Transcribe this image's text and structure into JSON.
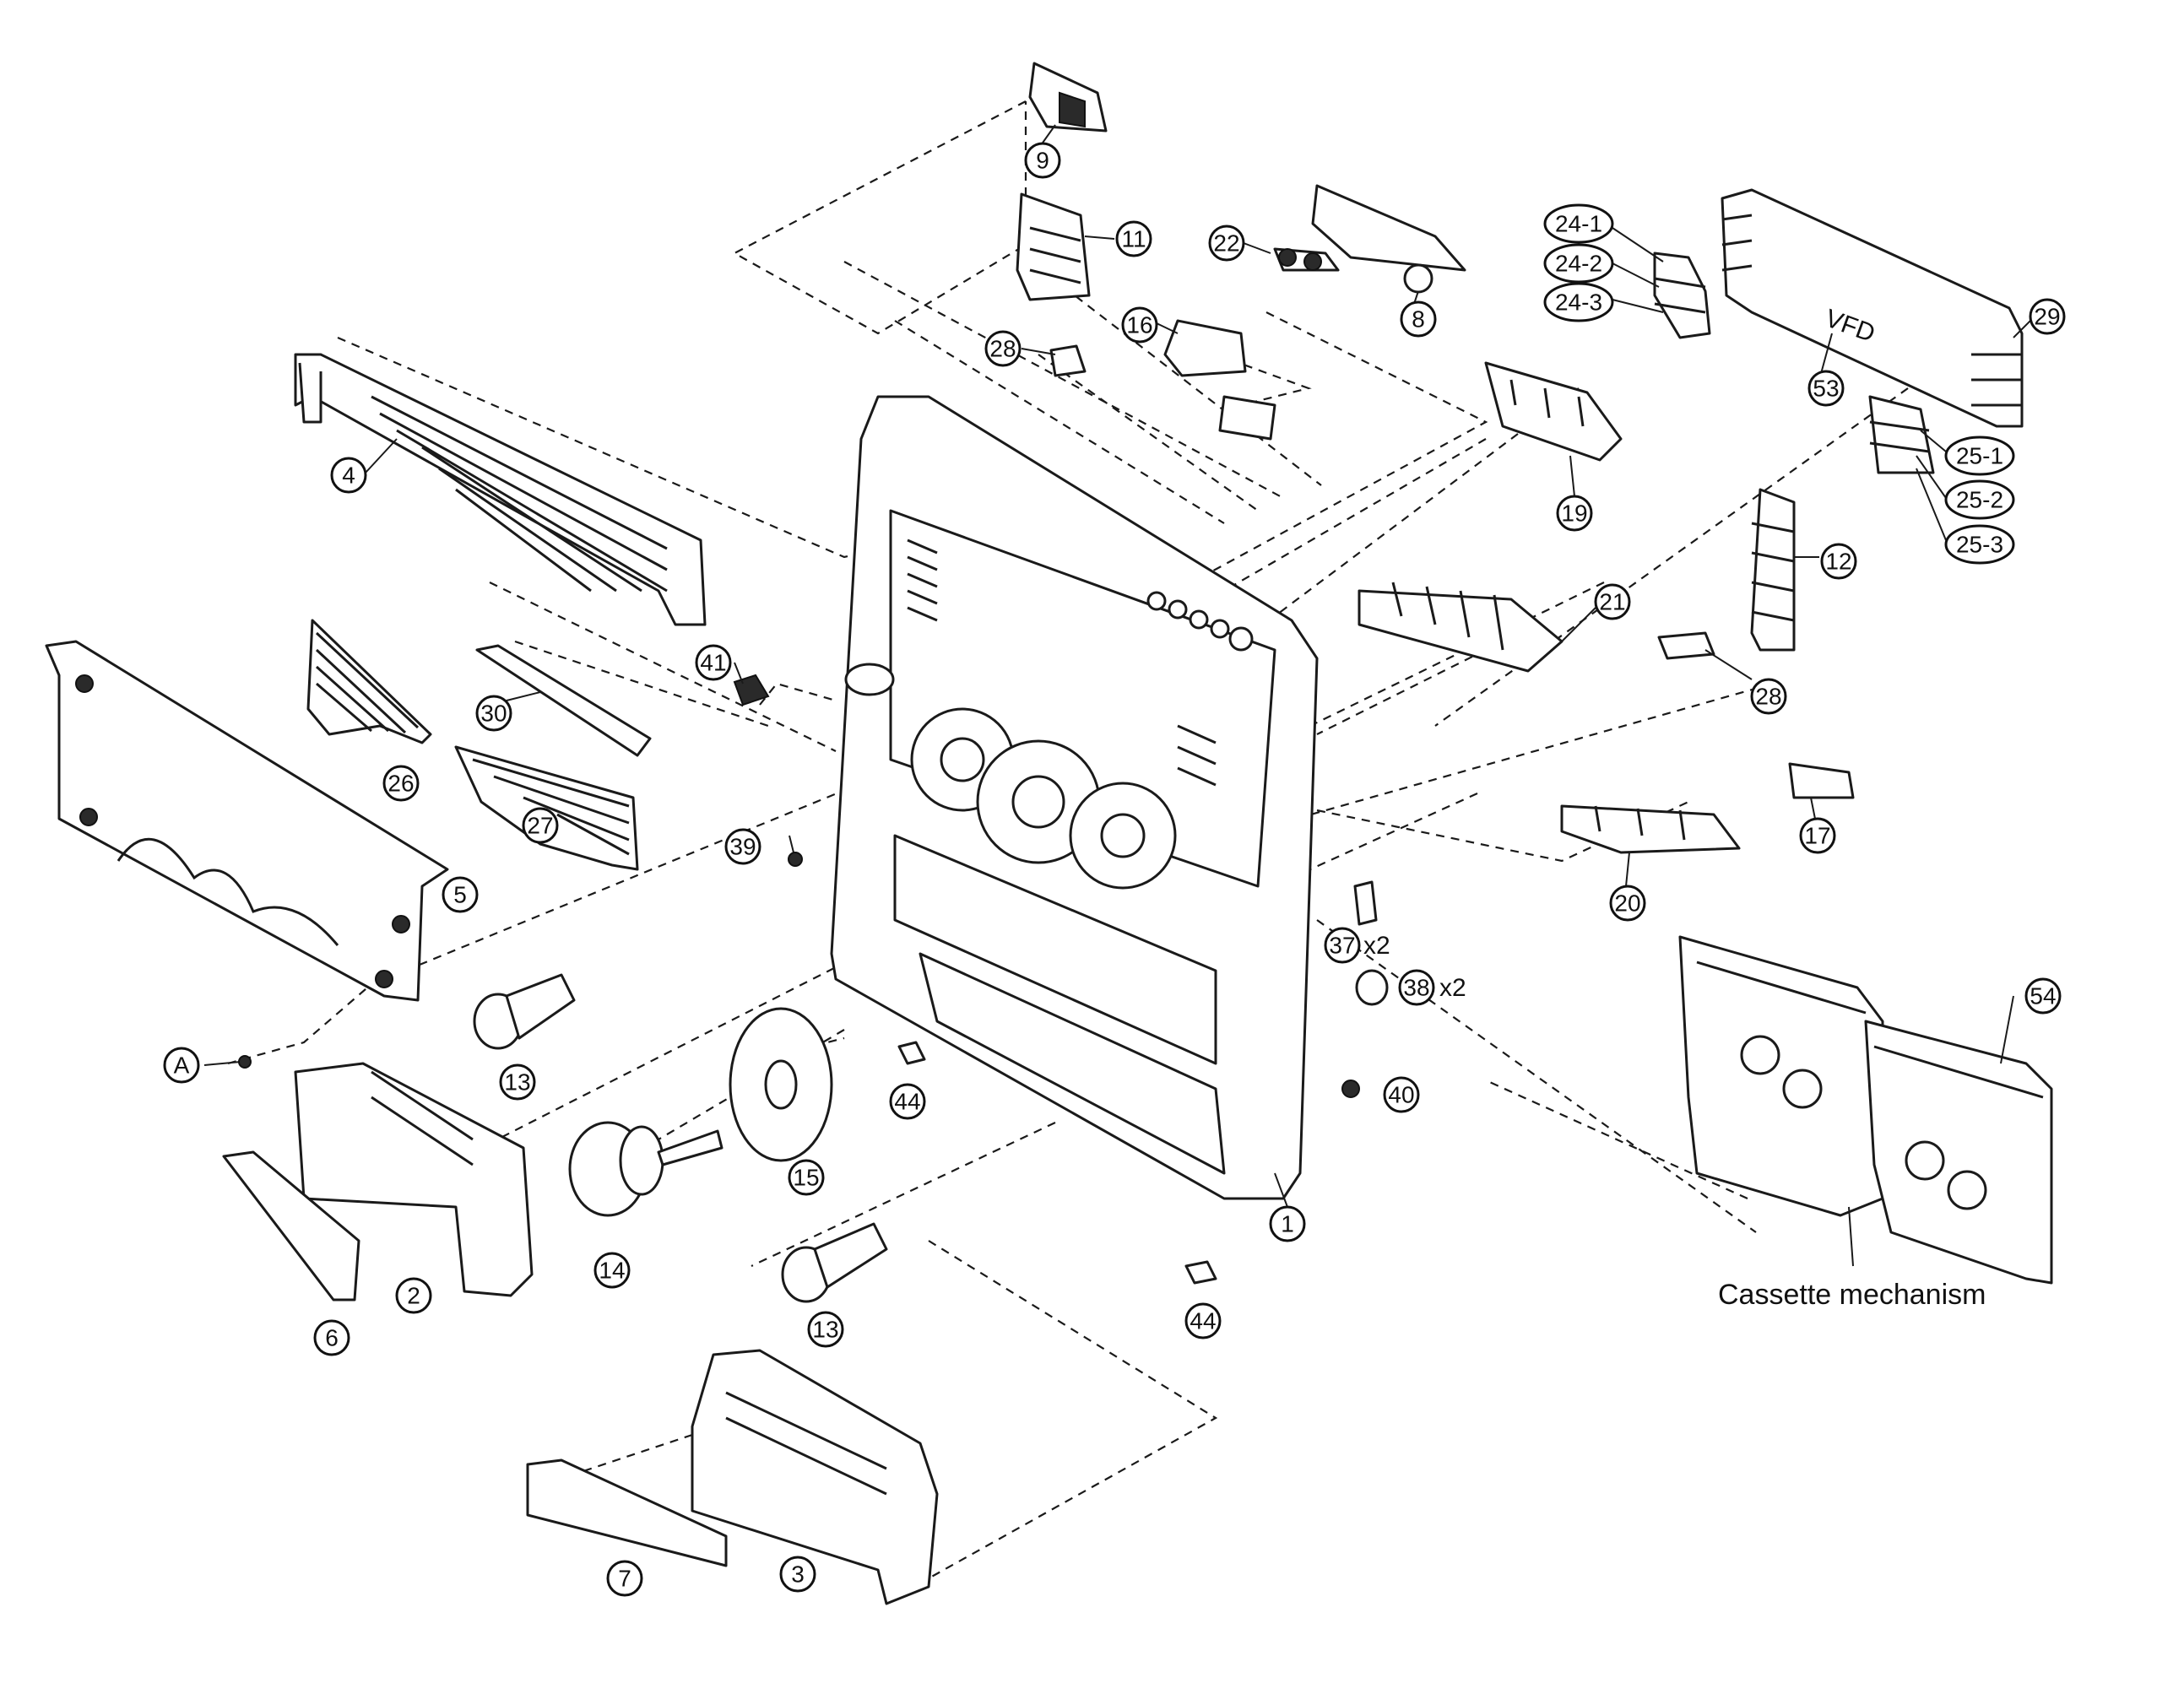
{
  "diagram": {
    "callouts": {
      "c1": "1",
      "c2": "2",
      "c3": "3",
      "c4": "4",
      "c5": "5",
      "c6": "6",
      "c7": "7",
      "c8": "8",
      "c9": "9",
      "c11": "11",
      "c12": "12",
      "c13a": "13",
      "c13b": "13",
      "c14": "14",
      "c15": "15",
      "c16": "16",
      "c17": "17",
      "c19": "19",
      "c20": "20",
      "c21": "21",
      "c22": "22",
      "c241": "24-1",
      "c242": "24-2",
      "c243": "24-3",
      "c251": "25-1",
      "c252": "25-2",
      "c253": "25-3",
      "c26": "26",
      "c27": "27",
      "c28a": "28",
      "c28b": "28",
      "c29": "29",
      "c30": "30",
      "c37": "37",
      "c38": "38",
      "c39": "39",
      "c40": "40",
      "c41": "41",
      "c44a": "44",
      "c44b": "44",
      "c53": "53",
      "c54": "54",
      "cA": "A"
    },
    "qty_37": "x2",
    "qty_38": "x2",
    "vfd_label": "VFD",
    "cassette_caption": "Cassette mechanism"
  }
}
